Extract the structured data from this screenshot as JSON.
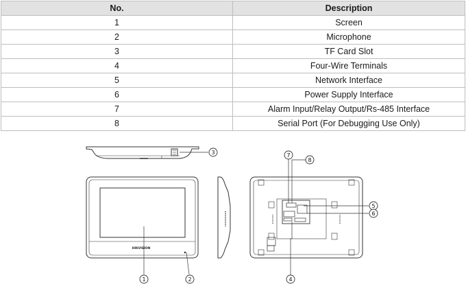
{
  "table": {
    "headers": [
      "No.",
      "Description"
    ],
    "rows": [
      {
        "no": "1",
        "description": "Screen"
      },
      {
        "no": "2",
        "description": "Microphone"
      },
      {
        "no": "3",
        "description": "TF Card Slot"
      },
      {
        "no": "4",
        "description": "Four-Wire Terminals"
      },
      {
        "no": "5",
        "description": "Network Interface"
      },
      {
        "no": "6",
        "description": "Power Supply Interface"
      },
      {
        "no": "7",
        "description": "Alarm Input/Relay Output/Rs-485 Interface"
      },
      {
        "no": "8",
        "description": "Serial Port (For Debugging Use Only)"
      }
    ]
  },
  "diagram": {
    "brand_logo": "HIKVISION",
    "callouts": [
      "1",
      "2",
      "3",
      "4",
      "5",
      "6",
      "7",
      "8"
    ]
  }
}
